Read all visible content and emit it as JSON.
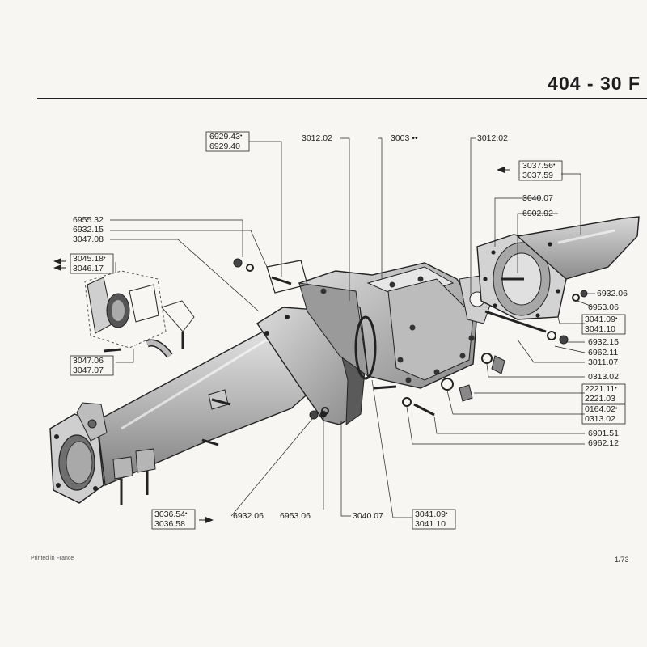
{
  "header": {
    "title": "404 - 30 F"
  },
  "footer": {
    "printed": "Printed in France",
    "page": "1/73"
  },
  "callouts": {
    "p6929_43": "6929.43",
    "p6929_40": "6929.40",
    "p3012_02_left": "3012.02",
    "p3003": "3003",
    "p3003_mark": "••",
    "p3012_02_right": "3012.02",
    "p3037_56": "3037.56",
    "p3037_59": "3037.59",
    "p3040_07_top": "3040.07",
    "p6902_92": "6902.92",
    "p6955_32": "6955.32",
    "p6932_15_left": "6932.15",
    "p3047_08": "3047.08",
    "p3045_18": "3045.18",
    "p3046_17": "3046.17",
    "p3047_06": "3047.06",
    "p3047_07": "3047.07",
    "p6932_06_right": "6932.06",
    "p6953_06_right": "6953.06",
    "p3041_09_right": "3041.09",
    "p3041_10_right": "3041.10",
    "p6932_15_right": "6932.15",
    "p6962_11": "6962.11",
    "p3011_07": "3011.07",
    "p0313_02_a": "0313.02",
    "p2221_11": "2221.11",
    "p2221_03": "2221.03",
    "p0164_02": "0164.02",
    "p0313_02_b": "0313.02",
    "p6901_51": "6901.51",
    "p6962_12": "6962.12",
    "p3036_54": "3036.54",
    "p3036_58": "3036.58",
    "p6932_06_bottom": "6932.06",
    "p6953_06_bottom": "6953.06",
    "p3040_07_bottom": "3040.07",
    "p3041_09_bottom": "3041.09",
    "p3041_10_bottom": "3041.10",
    "dot": "•"
  }
}
